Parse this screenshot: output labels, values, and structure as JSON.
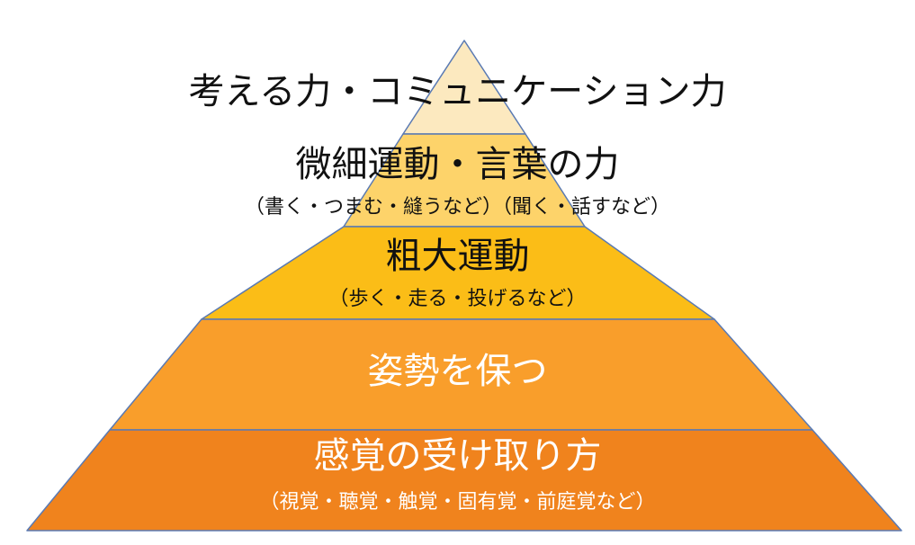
{
  "layers": [
    {
      "main": "考える力・コミュニケーション力",
      "sub": "",
      "fill": "#fce9bf"
    },
    {
      "main": "微細運動・言葉の力",
      "sub": "（書く・つまむ・縫うなど）（聞く・話すなど）",
      "fill": "#fdd36a"
    },
    {
      "main": "粗大運動",
      "sub": "（歩く・走る・投げるなど）",
      "fill": "#fbbd17"
    },
    {
      "main": "姿勢を保つ",
      "sub": "",
      "fill": "#f99e2b"
    },
    {
      "main": "感覚の受け取り方",
      "sub": "（視覚・聴覚・触覚・固有覚・前庭覚など）",
      "fill": "#f0831d"
    }
  ],
  "colors": {
    "outline": "#5a7ab3",
    "dark_text": "#111111",
    "light_text": "#ffffff"
  }
}
